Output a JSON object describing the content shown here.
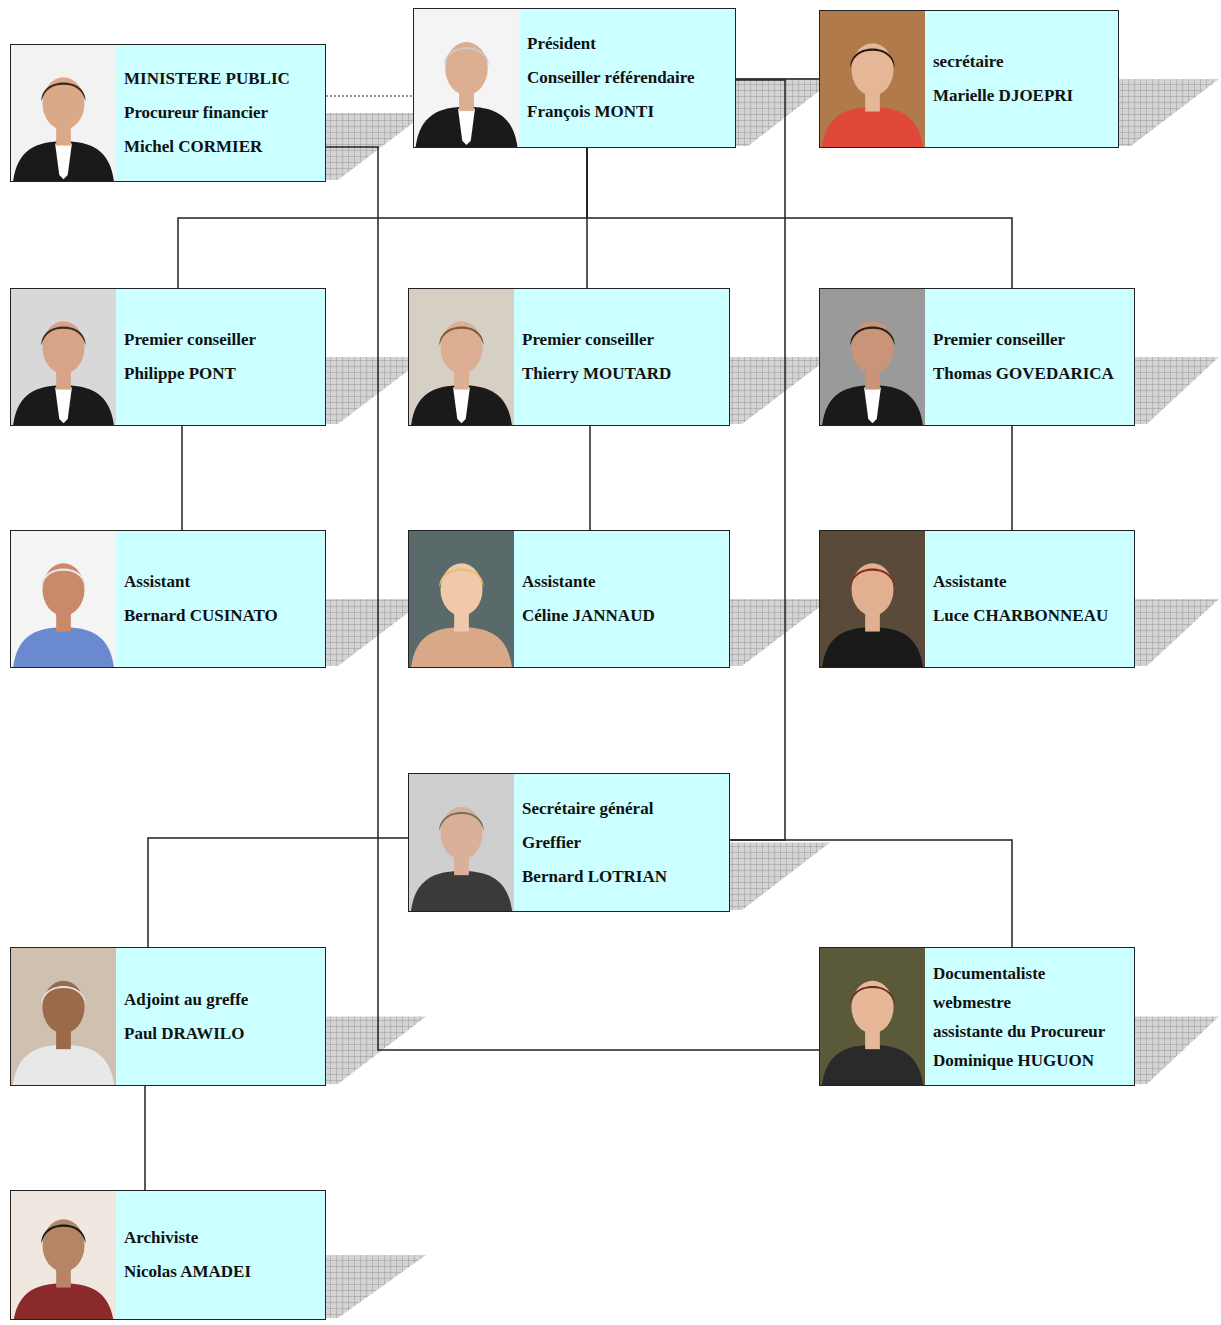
{
  "diagram": {
    "nodes": [
      {
        "text": [
          "MINISTERE PUBLIC",
          "Procureur financier",
          "Michel CORMIER"
        ]
      },
      {
        "text": [
          "Président",
          "Conseiller référendaire",
          "François MONTI"
        ]
      },
      {
        "text": [
          "secrétaire",
          "Marielle DJOEPRI"
        ]
      },
      {
        "text": [
          "Premier conseiller",
          "Philippe PONT"
        ]
      },
      {
        "text": [
          "Premier conseiller",
          "Thierry MOUTARD"
        ]
      },
      {
        "text": [
          "Premier conseiller",
          "Thomas GOVEDARICA"
        ]
      },
      {
        "text": [
          "Assistant",
          "Bernard CUSINATO"
        ]
      },
      {
        "text": [
          "Assistante",
          "Céline JANNAUD"
        ]
      },
      {
        "text": [
          "Assistante",
          "Luce CHARBONNEAU"
        ]
      },
      {
        "text": [
          "Secrétaire général",
          "Greffier",
          "Bernard LOTRIAN"
        ]
      },
      {
        "text": [
          "Adjoint au greffe",
          "Paul DRAWILO"
        ]
      },
      {
        "text": [
          "Documentaliste",
          "webmestre",
          "assistante du Procureur",
          "Dominique HUGUON"
        ]
      },
      {
        "text": [
          "Archiviste",
          "Nicolas AMADEI"
        ]
      }
    ],
    "edges": [
      {
        "from": 0,
        "to": 1,
        "arrow": "none"
      },
      {
        "from": 1,
        "to": 2,
        "arrow": "none"
      },
      {
        "from": 1,
        "to": 3,
        "arrow": "none"
      },
      {
        "from": 1,
        "to": 4,
        "arrow": "none"
      },
      {
        "from": 1,
        "to": 5,
        "arrow": "none"
      },
      {
        "from": 3,
        "to": 6,
        "arrow": "none"
      },
      {
        "from": 4,
        "to": 7,
        "arrow": "none"
      },
      {
        "from": 5,
        "to": 8,
        "arrow": "none"
      },
      {
        "from": 1,
        "to": 9,
        "arrow": "none"
      },
      {
        "from": 9,
        "to": 10,
        "arrow": "none"
      },
      {
        "from": 9,
        "to": 11,
        "arrow": "none"
      },
      {
        "from": 0,
        "to": 11,
        "arrow": "none"
      },
      {
        "from": 10,
        "to": 12,
        "arrow": "none"
      }
    ]
  }
}
